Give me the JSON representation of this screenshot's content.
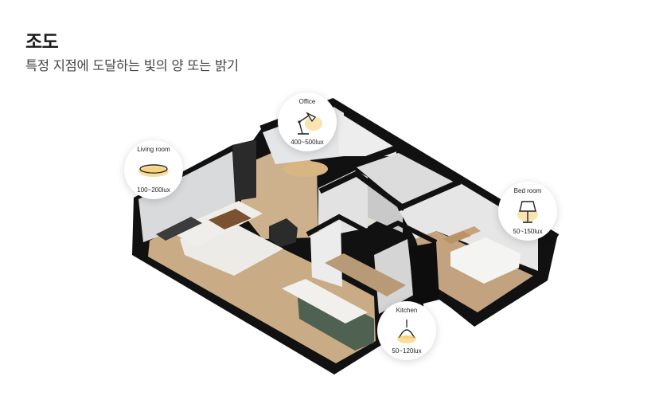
{
  "header": {
    "title": "조도",
    "subtitle": "특정 지점에 도달하는 빛의 양 또는 밝기"
  },
  "rooms": [
    {
      "name": "Living room",
      "lux": "100~200lux",
      "icon": "ceiling-light-icon"
    },
    {
      "name": "Office",
      "lux": "400~500lux",
      "icon": "desk-lamp-icon"
    },
    {
      "name": "Bed room",
      "lux": "50~150lux",
      "icon": "table-lamp-icon"
    },
    {
      "name": "Kitchen",
      "lux": "50~120lux",
      "icon": "pendant-lamp-icon"
    }
  ],
  "colors": {
    "wall": "#111111",
    "floor_wood": "#c9ab86",
    "light_glow": "#f2c14e",
    "island": "#4f6150"
  }
}
